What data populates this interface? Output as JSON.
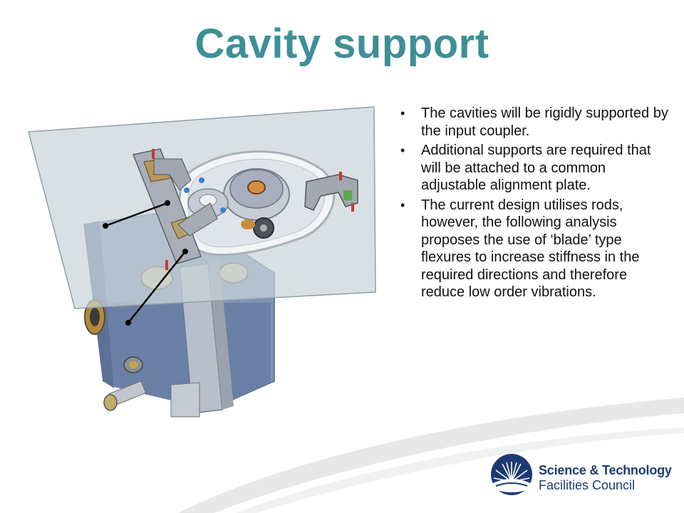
{
  "slide": {
    "title": "Cavity support",
    "bullets": [
      "The cavities will be rigidly supported by the input coupler.",
      "Additional supports are required that will be attached to a common adjustable alignment plate.",
      "The current design utilises rods, however, the following analysis proposes the use of ‘blade’ type flexures to increase stiffness in the required directions and therefore reduce low order vibrations."
    ],
    "bullet_marker": "•"
  },
  "logo": {
    "line1": "Science & Technology",
    "line2": "Facilities Council"
  },
  "colors": {
    "title": "#3f8f97",
    "logo_text": "#1d3b73",
    "plate": "#c9d4d9",
    "cavity_body": "#7d93b5",
    "swoosh": "#e6e6e6"
  }
}
